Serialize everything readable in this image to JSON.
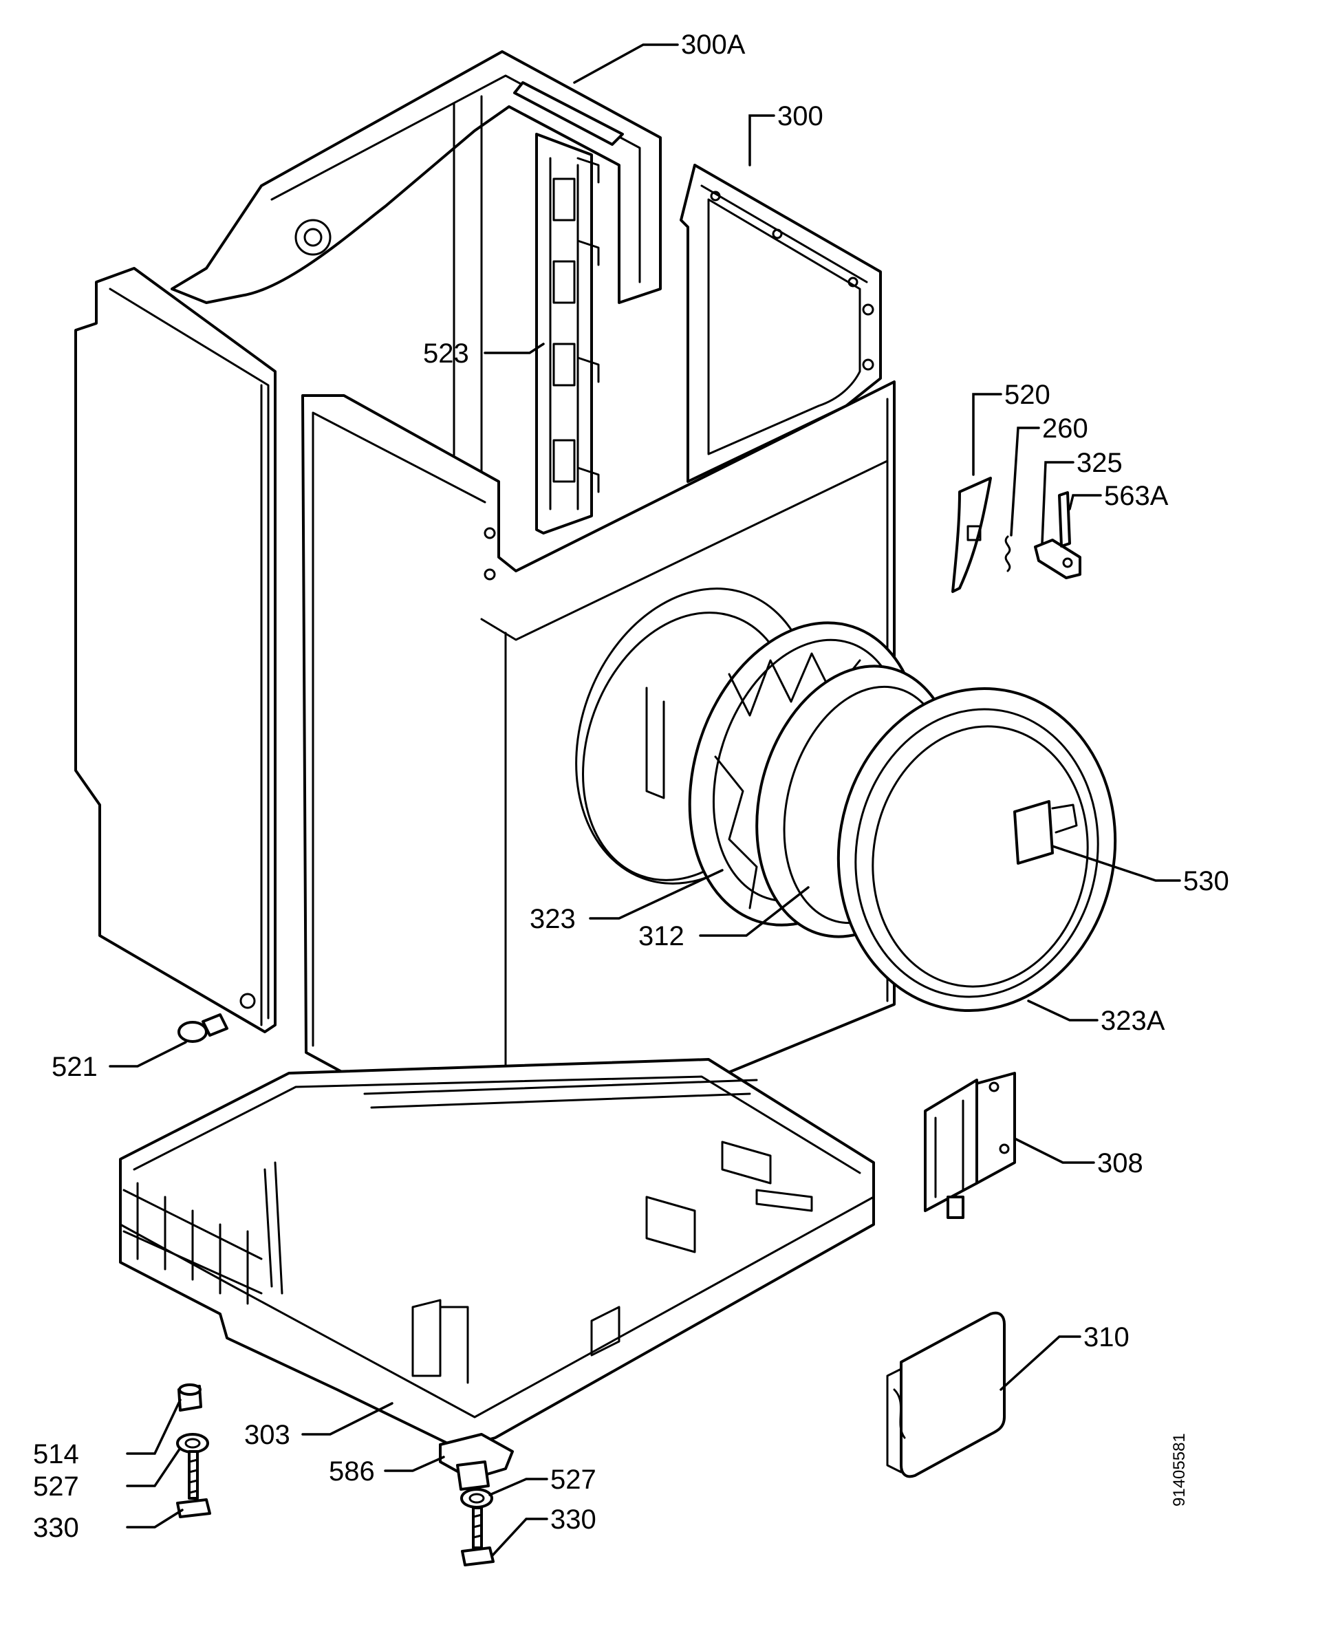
{
  "document_code": "91405581",
  "callouts": [
    {
      "id": "300A",
      "label": "300A"
    },
    {
      "id": "300",
      "label": "300"
    },
    {
      "id": "523",
      "label": "523"
    },
    {
      "id": "520",
      "label": "520"
    },
    {
      "id": "260",
      "label": "260"
    },
    {
      "id": "325",
      "label": "325"
    },
    {
      "id": "563A",
      "label": "563A"
    },
    {
      "id": "530",
      "label": "530"
    },
    {
      "id": "323",
      "label": "323"
    },
    {
      "id": "312",
      "label": "312"
    },
    {
      "id": "323A",
      "label": "323A"
    },
    {
      "id": "521",
      "label": "521"
    },
    {
      "id": "308",
      "label": "308"
    },
    {
      "id": "310",
      "label": "310"
    },
    {
      "id": "303",
      "label": "303"
    },
    {
      "id": "514",
      "label": "514"
    },
    {
      "id": "527a",
      "label": "527"
    },
    {
      "id": "330a",
      "label": "330"
    },
    {
      "id": "586",
      "label": "586"
    },
    {
      "id": "527b",
      "label": "527"
    },
    {
      "id": "330b",
      "label": "330"
    }
  ]
}
